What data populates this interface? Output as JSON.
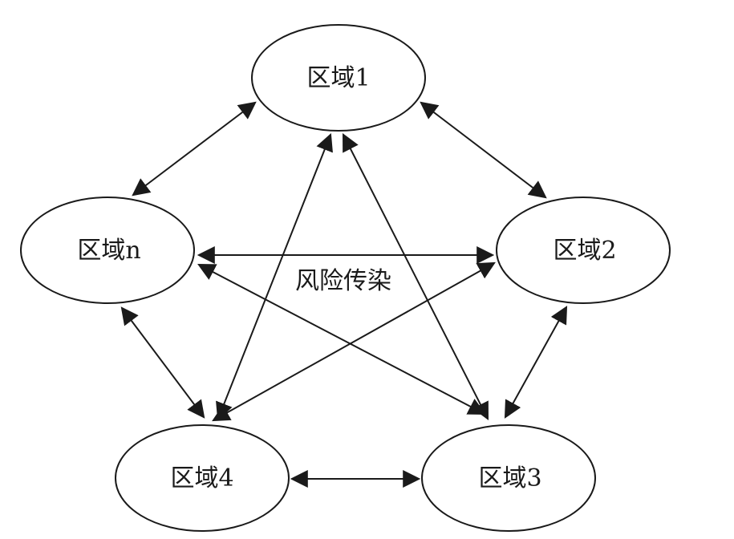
{
  "diagram": {
    "center_label": "风险传染",
    "nodes": [
      {
        "id": "r1",
        "label": "区域1"
      },
      {
        "id": "r2",
        "label": "区域2"
      },
      {
        "id": "r3",
        "label": "区域3"
      },
      {
        "id": "r4",
        "label": "区域4"
      },
      {
        "id": "rn",
        "label": "区域n"
      }
    ],
    "edges": [
      {
        "from": "r1",
        "to": "rn",
        "direction": "both"
      },
      {
        "from": "r1",
        "to": "r2",
        "direction": "both"
      },
      {
        "from": "r1",
        "to": "r4",
        "direction": "both"
      },
      {
        "from": "r1",
        "to": "r3",
        "direction": "both"
      },
      {
        "from": "rn",
        "to": "r2",
        "direction": "both"
      },
      {
        "from": "rn",
        "to": "r3",
        "direction": "both"
      },
      {
        "from": "rn",
        "to": "r4",
        "direction": "both"
      },
      {
        "from": "r2",
        "to": "r4",
        "direction": "both"
      },
      {
        "from": "r2",
        "to": "r3",
        "direction": "both"
      },
      {
        "from": "r4",
        "to": "r3",
        "direction": "both"
      }
    ],
    "colors": {
      "stroke": "#1a1a1a",
      "background": "#ffffff"
    }
  }
}
